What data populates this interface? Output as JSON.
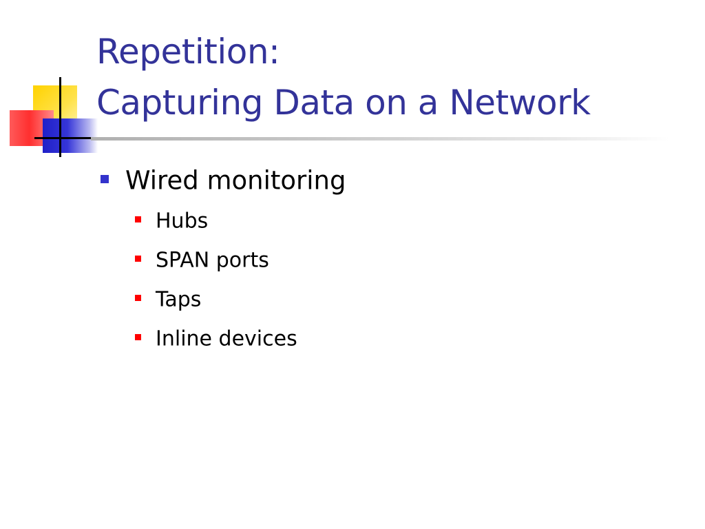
{
  "slide": {
    "title_lines": [
      "Repetition:",
      "Capturing Data on a Network"
    ],
    "bullets": [
      {
        "text": "Wired monitoring",
        "children": [
          "Hubs",
          "SPAN ports",
          "Taps",
          "Inline devices"
        ]
      }
    ]
  },
  "colors": {
    "title": "#333399",
    "bullet_level1": "#3333cc",
    "bullet_level2": "#ff0000",
    "logo_yellow": "#ffd200",
    "logo_red": "#ff3333",
    "logo_blue": "#2828c8"
  }
}
